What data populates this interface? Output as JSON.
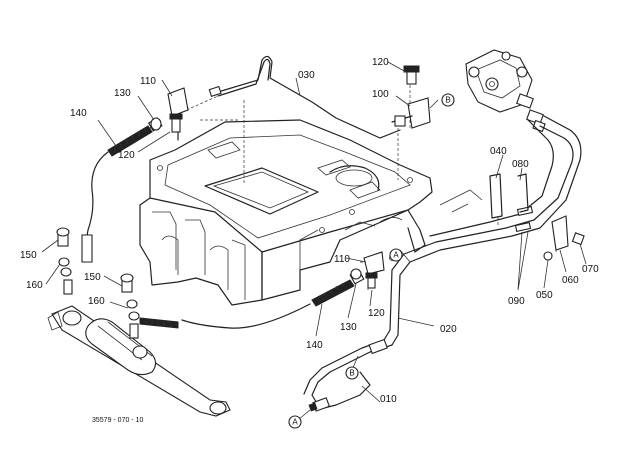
{
  "part_labels": [
    {
      "id": "p010",
      "text": "010"
    },
    {
      "id": "p020",
      "text": "020"
    },
    {
      "id": "p030",
      "text": "030"
    },
    {
      "id": "p040",
      "text": "040"
    },
    {
      "id": "p050",
      "text": "050"
    },
    {
      "id": "p060",
      "text": "060"
    },
    {
      "id": "p070",
      "text": "070"
    },
    {
      "id": "p080",
      "text": "080"
    },
    {
      "id": "p090",
      "text": "090"
    },
    {
      "id": "p100",
      "text": "100"
    },
    {
      "id": "p110a",
      "text": "110"
    },
    {
      "id": "p110b",
      "text": "110"
    },
    {
      "id": "p120a",
      "text": "120"
    },
    {
      "id": "p120b",
      "text": "120"
    },
    {
      "id": "p120c",
      "text": "120"
    },
    {
      "id": "p130a",
      "text": "130"
    },
    {
      "id": "p130b",
      "text": "130"
    },
    {
      "id": "p140a",
      "text": "140"
    },
    {
      "id": "p140b",
      "text": "140"
    },
    {
      "id": "p150a",
      "text": "150"
    },
    {
      "id": "p150b",
      "text": "150"
    },
    {
      "id": "p160a",
      "text": "160"
    },
    {
      "id": "p160b",
      "text": "160"
    }
  ],
  "connector_markers": [
    {
      "id": "mA1",
      "text": "A"
    },
    {
      "id": "mA2",
      "text": "A"
    },
    {
      "id": "mB1",
      "text": "B"
    },
    {
      "id": "mB2",
      "text": "B"
    }
  ],
  "drawing_code": "35579 - 070 - 10"
}
